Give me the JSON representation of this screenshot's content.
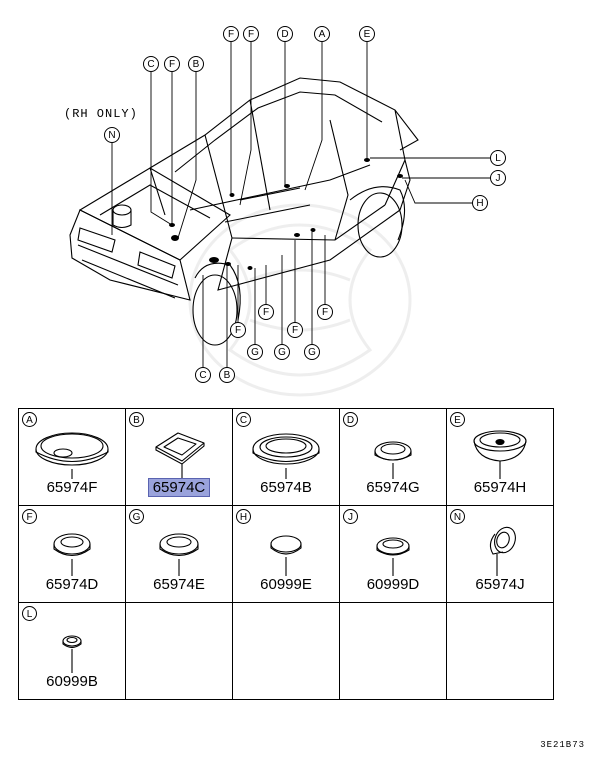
{
  "diagram": {
    "rh_only_note": "(RH ONLY)",
    "callouts": [
      {
        "id": "c1",
        "letter": "C"
      },
      {
        "id": "c2",
        "letter": "F"
      },
      {
        "id": "c3",
        "letter": "B"
      },
      {
        "id": "c4",
        "letter": "F"
      },
      {
        "id": "c5",
        "letter": "F"
      },
      {
        "id": "c6",
        "letter": "D"
      },
      {
        "id": "c7",
        "letter": "A"
      },
      {
        "id": "c8",
        "letter": "E"
      },
      {
        "id": "c9",
        "letter": "N"
      },
      {
        "id": "c10",
        "letter": "L"
      },
      {
        "id": "c11",
        "letter": "J"
      },
      {
        "id": "c12",
        "letter": "H"
      },
      {
        "id": "c13",
        "letter": "F"
      },
      {
        "id": "c14",
        "letter": "F"
      },
      {
        "id": "c15",
        "letter": "F"
      },
      {
        "id": "c16",
        "letter": "F"
      },
      {
        "id": "c17",
        "letter": "G"
      },
      {
        "id": "c18",
        "letter": "G"
      },
      {
        "id": "c19",
        "letter": "G"
      },
      {
        "id": "c20",
        "letter": "C"
      },
      {
        "id": "c21",
        "letter": "B"
      }
    ]
  },
  "parts": [
    {
      "letter": "A",
      "part_number": "65974F",
      "icon": "large-flat-grommet-icon"
    },
    {
      "letter": "B",
      "part_number": "65974C",
      "icon": "square-grommet-icon",
      "highlighted": true
    },
    {
      "letter": "C",
      "part_number": "65974B",
      "icon": "large-ring-grommet-icon"
    },
    {
      "letter": "D",
      "part_number": "65974G",
      "icon": "medium-grommet-icon"
    },
    {
      "letter": "E",
      "part_number": "65974H",
      "icon": "deep-cup-grommet-icon"
    },
    {
      "letter": "F",
      "part_number": "65974D",
      "icon": "medium-plug-icon"
    },
    {
      "letter": "G",
      "part_number": "65974E",
      "icon": "medium-plug-icon"
    },
    {
      "letter": "H",
      "part_number": "60999E",
      "icon": "dome-plug-icon"
    },
    {
      "letter": "J",
      "part_number": "60999D",
      "icon": "small-plug-icon"
    },
    {
      "letter": "N",
      "part_number": "65974J",
      "icon": "angled-grommet-icon"
    },
    {
      "letter": "L",
      "part_number": "60999B",
      "icon": "small-grommet-icon"
    }
  ],
  "drawing_code": "3E21B73"
}
